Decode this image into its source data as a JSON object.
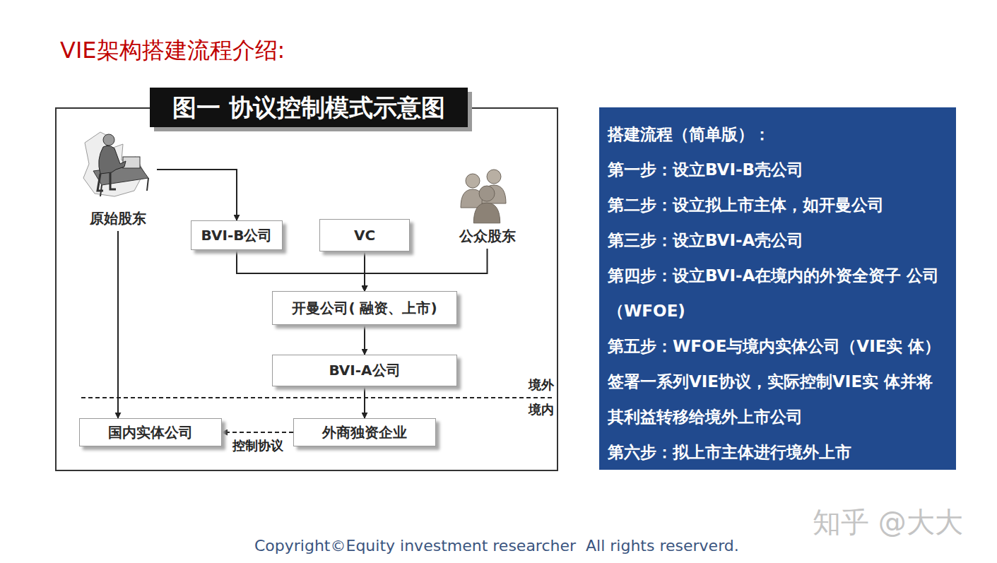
{
  "diagram": {
    "title": "VIE架构搭建流程介绍:",
    "nodes": [
      {
        "text": [
          "图一 协议控制模式示意图"
        ]
      },
      {
        "text": [
          "原始股东"
        ],
        "in": 0
      },
      {
        "text": [
          "BVI-B公司"
        ],
        "in": 0
      },
      {
        "text": [
          "VC"
        ],
        "in": 0
      },
      {
        "text": [
          "公众股东"
        ],
        "in": 0
      },
      {
        "text": [
          "开曼公司( 融资、上市)"
        ],
        "in": 0
      },
      {
        "text": [
          "BVI-A公司"
        ],
        "in": 0
      },
      {
        "text": [
          "国内实体公司"
        ],
        "in": 0
      },
      {
        "text": [
          "外商独资企业"
        ],
        "in": 0
      },
      {
        "text": [
          "搭建流程（简单版）：",
          "第一步：设立BVI-B壳公司",
          "第二步：设立拟上市主体，如开曼公司",
          "第三步：设立BVI-A壳公司",
          "第四步：设立BVI-A在境内的外资全资子 公司（WFOE)",
          "第五步：WFOE与境内实体公司（VIE实 体）签署一系列VIE协议，实际控制VIE实 体并将其利益转移给境外上市公司",
          "第六步：拟上市主体进行境外上市"
        ]
      }
    ],
    "edges": [
      {
        "from": 1,
        "to": 2,
        "arrow": "to"
      },
      {
        "from": 1,
        "to": 7,
        "arrow": "to"
      },
      {
        "from": 2,
        "to": 5,
        "arrow": "to"
      },
      {
        "from": 3,
        "to": 5,
        "arrow": "to"
      },
      {
        "from": 4,
        "to": 5,
        "arrow": "to"
      },
      {
        "from": 5,
        "to": 6,
        "arrow": "to"
      },
      {
        "from": 6,
        "to": 8,
        "arrow": "to"
      },
      {
        "from": 8,
        "to": 7,
        "label": "控制协议",
        "arrow": "to"
      }
    ],
    "labels": [
      "境外",
      "境内",
      "Copyright©Equity investment researcher  All rights reserverd.",
      "知乎 @大大"
    ]
  }
}
